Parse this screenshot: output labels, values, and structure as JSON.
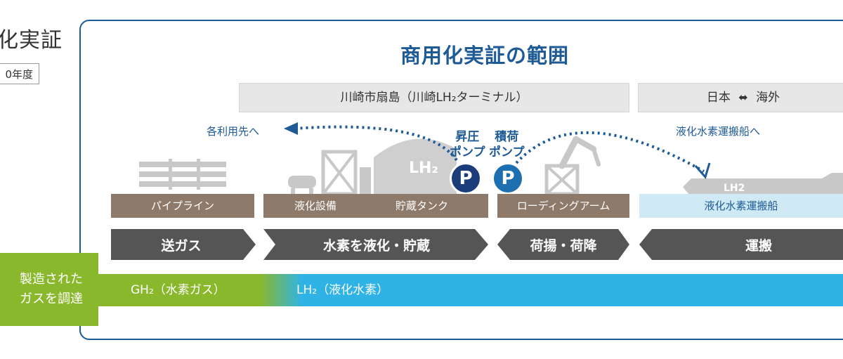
{
  "left_panel": {
    "title_fragment": "化実証",
    "year_fragment": "0年度"
  },
  "main_title": "商用化実証の範囲",
  "regions": {
    "kawasaki": "川崎市扇島（川崎LH₂ターミナル）",
    "overseas_left": "日本",
    "overseas_right": "海外"
  },
  "destinations": {
    "users": "各利用先へ",
    "carrier": "液化水素運搬船へ"
  },
  "pumps": {
    "booster": [
      "昇圧",
      "ポンプ"
    ],
    "loading": [
      "積荷",
      "ポンプ"
    ],
    "symbol": "P"
  },
  "tank_label": "LH₂",
  "facilities": {
    "pipeline": "パイプライン",
    "liquefaction": "液化設備",
    "storage": "貯蔵タンク",
    "loading_arm": "ローディングアーム",
    "carrier": "液化水素運搬船"
  },
  "ship_hull_text": "LH2",
  "process_steps": [
    "送ガス",
    "水素を液化・貯蔵",
    "荷揚・荷降",
    "運搬"
  ],
  "supply": {
    "line1": "製造された",
    "line2": "ガスを調達"
  },
  "flows": {
    "gh2": "GH₂（水素ガス）",
    "lh2": "LH₂（液化水素）"
  },
  "colors": {
    "brand_blue": "#1e5a96",
    "facility_brown": "#8e7a6a",
    "process_dark": "#555555",
    "gas_green": "#8ab82c",
    "liquid_blue": "#2fb3e6"
  }
}
